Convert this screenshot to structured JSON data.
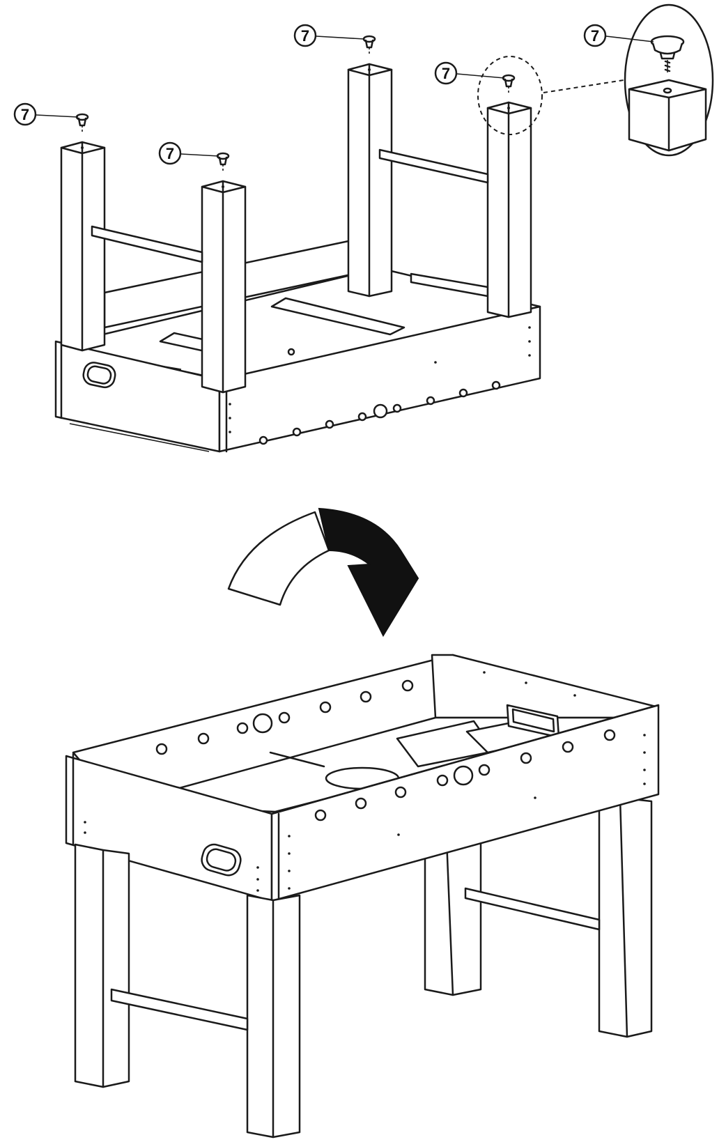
{
  "figure": {
    "callouts": [
      {
        "label": "7"
      },
      {
        "label": "7"
      },
      {
        "label": "7"
      },
      {
        "label": "7"
      },
      {
        "label": "7"
      }
    ]
  }
}
